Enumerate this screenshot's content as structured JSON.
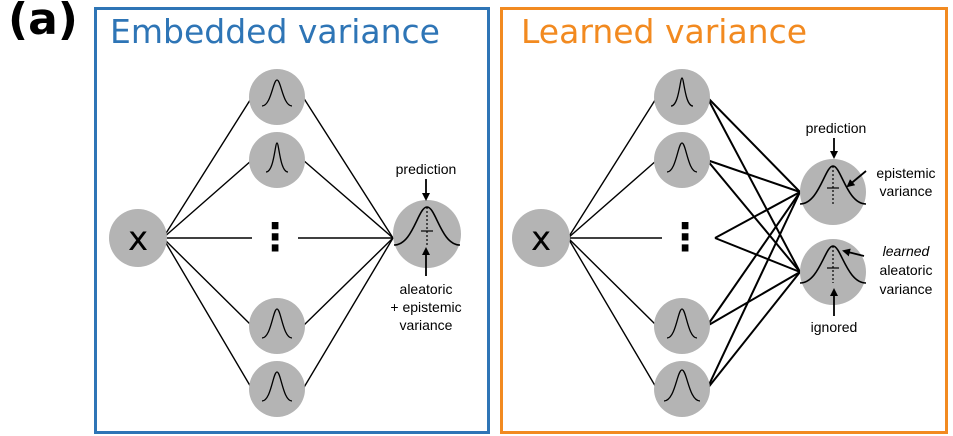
{
  "panel_label": "(a)",
  "left_panel": {
    "title": "Embedded variance",
    "input_label": "x",
    "ellipsis": "⋮",
    "annotation_top": "prediction",
    "annotation_bottom": [
      "aleatoric",
      "+ epistemic",
      "variance"
    ]
  },
  "right_panel": {
    "title": "Learned variance",
    "input_label": "x",
    "ellipsis": "⋮",
    "annotation_top": "prediction",
    "annotation_epistemic": [
      "epistemic",
      "variance"
    ],
    "annotation_learned": [
      "learned",
      "aleatoric",
      "variance"
    ],
    "annotation_ignored": "ignored"
  },
  "colors": {
    "embedded": "#2e75b6",
    "learned": "#f28a20",
    "node_fill": "#b4b4b4",
    "edge": "#000000"
  }
}
